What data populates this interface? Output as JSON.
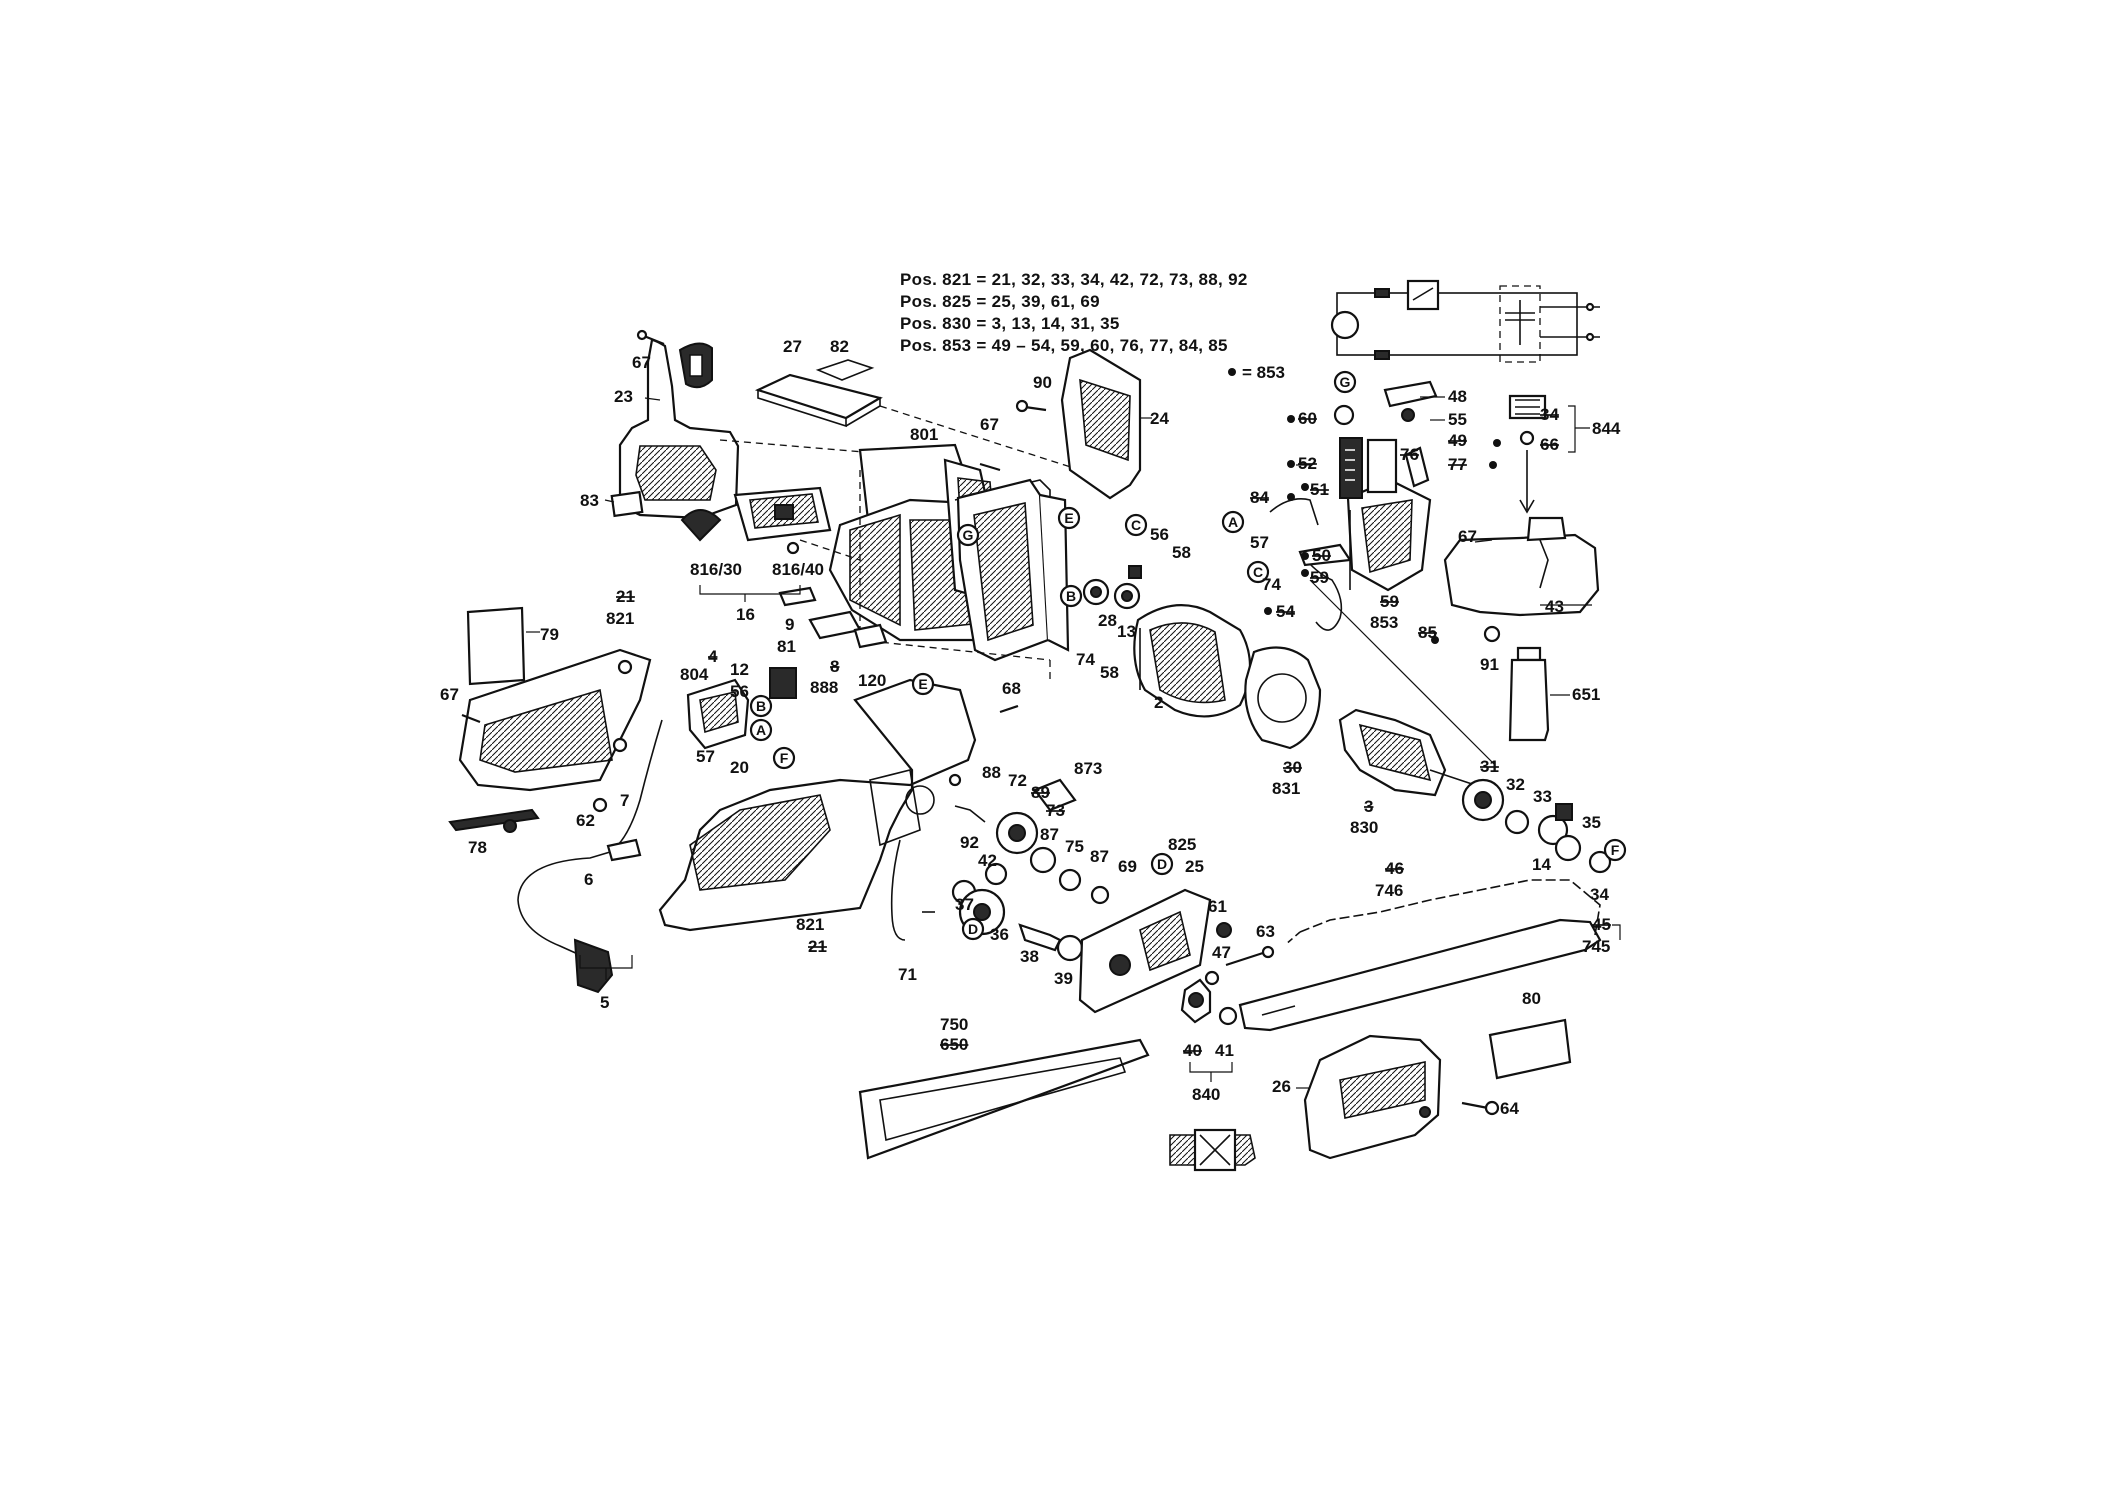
{
  "header_refs": [
    {
      "label": "Pos. 821",
      "text": "Pos. 821 = 21, 32, 33, 34, 42, 72, 73, 88, 92"
    },
    {
      "label": "Pos. 825",
      "text": "Pos. 825 = 25, 39, 61, 69"
    },
    {
      "label": "Pos. 830",
      "text": "Pos. 830 = 3, 13, 14, 31, 35"
    },
    {
      "label": "Pos. 853",
      "text": "Pos. 853 = 49 – 54, 59, 60, 76, 77, 84, 85"
    }
  ],
  "legend": {
    "dot_ref": "= 853"
  },
  "circle_refs": [
    "A",
    "B",
    "C",
    "D",
    "E",
    "F",
    "G"
  ],
  "labels": {
    "p67a": "67",
    "p23": "23",
    "p27": "27",
    "p82": "82",
    "p83": "83",
    "p81630": "816/30",
    "p81640": "816/40",
    "p16": "16",
    "p21a": "21",
    "p821a": "821",
    "p79": "79",
    "p67b": "67",
    "p78": "78",
    "p62": "62",
    "p7": "7",
    "p6": "6",
    "p5": "5",
    "p4": "4",
    "p804": "804",
    "p57a": "57",
    "p20": "20",
    "p12": "12",
    "p56a": "56",
    "p9": "9",
    "p81": "81",
    "p8": "8",
    "p888": "888",
    "p120": "120",
    "p801": "801",
    "p67c": "67",
    "p90": "90",
    "p24": "24",
    "p68": "68",
    "p56b": "56",
    "p58a": "58",
    "p74a": "74",
    "p58b": "58",
    "p28": "28",
    "p13": "13",
    "p2": "2",
    "p30": "30",
    "p831": "831",
    "p3": "3",
    "p830": "830",
    "p31": "31",
    "p32": "32",
    "p33": "33",
    "p35": "35",
    "p14": "14",
    "p34a": "34",
    "p46": "46",
    "p746": "746",
    "p45": "45",
    "p745": "745",
    "p88": "88",
    "p72": "72",
    "p873": "873",
    "p89": "89",
    "p73": "73",
    "p92": "92",
    "p42": "42",
    "p87a": "87",
    "p75": "75",
    "p87b": "87",
    "p69": "69",
    "p37": "37",
    "p36": "36",
    "p38": "38",
    "p39": "39",
    "p71": "71",
    "p821b": "821",
    "p21b": "21",
    "p825": "825",
    "p25": "25",
    "p61": "61",
    "p63": "63",
    "p47": "47",
    "p40": "40",
    "p41": "41",
    "p840": "840",
    "p750": "750",
    "p650": "650",
    "p80": "80",
    "p26": "26",
    "p64": "64",
    "p48": "48",
    "p55": "55",
    "p49": "49",
    "p60": "60",
    "p52": "52",
    "p76": "76",
    "p77": "77",
    "p51": "51",
    "p84": "84",
    "p50": "50",
    "p57b": "57",
    "p74b": "74",
    "p59a": "59",
    "p54": "54",
    "p59b": "59",
    "p853": "853",
    "p85": "85",
    "p67d": "67",
    "p34b": "34",
    "p66": "66",
    "p844": "844",
    "p43": "43",
    "p91": "91",
    "p651": "651"
  },
  "colors": {
    "ink": "#111111",
    "background": "#ffffff"
  }
}
